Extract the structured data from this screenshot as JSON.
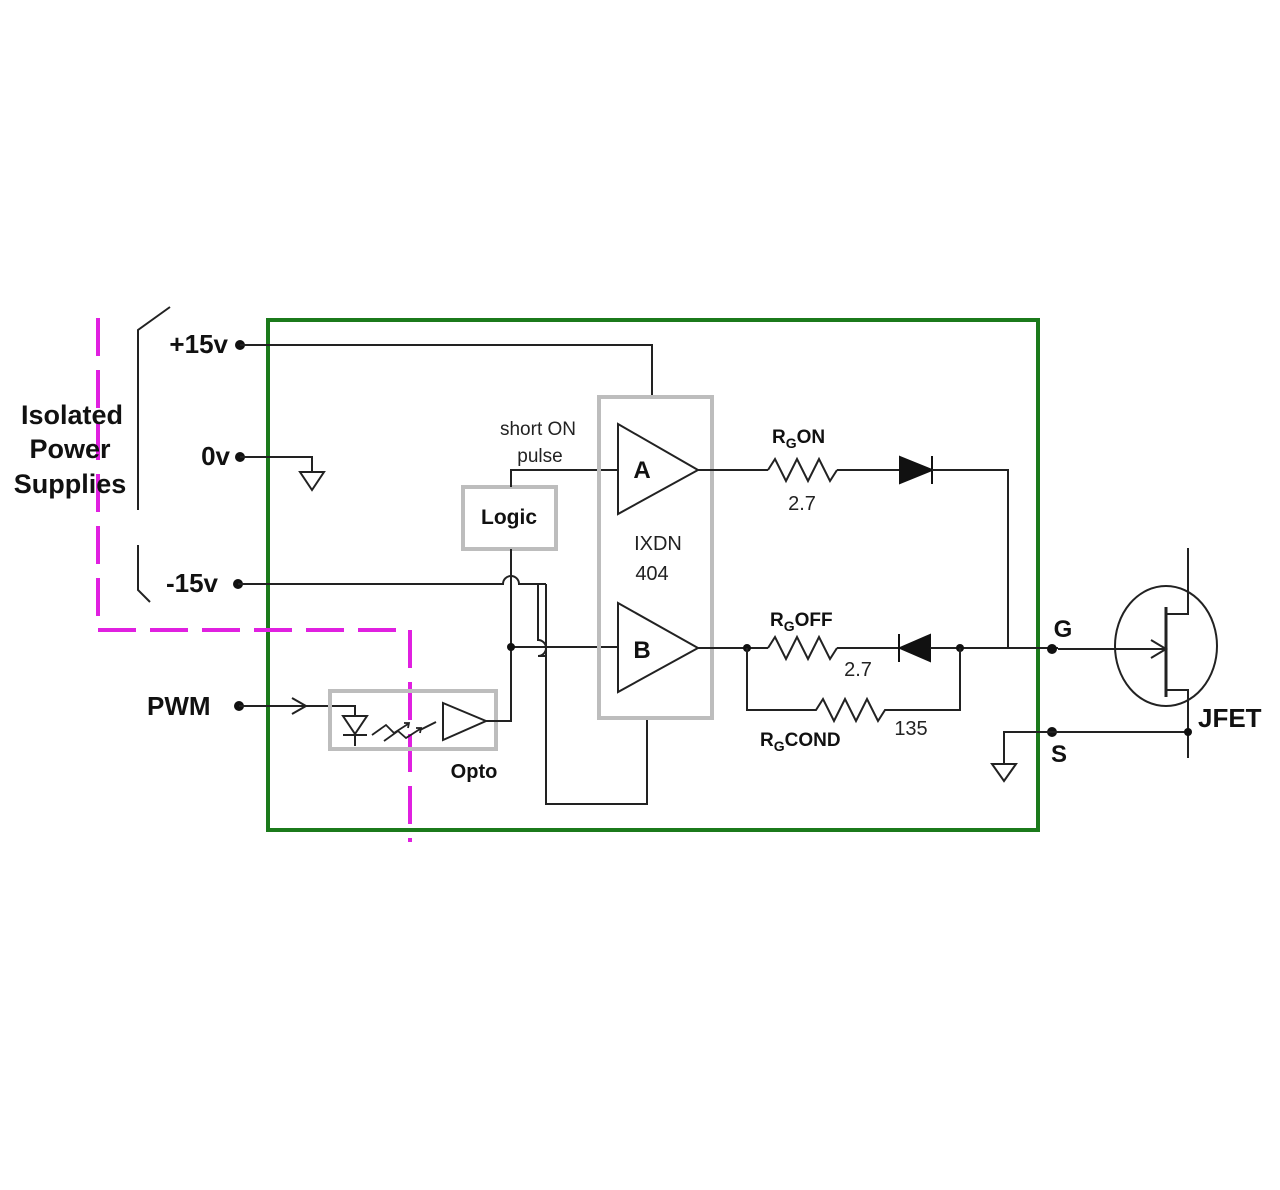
{
  "supplies": {
    "title_lines": [
      "Isolated",
      "Power",
      "Supplies"
    ],
    "plus": "+15v",
    "zero": "0v",
    "minus": "-15v"
  },
  "input": {
    "pwm": "PWM",
    "opto": "Opto"
  },
  "logic": {
    "label": "Logic",
    "note_line1": "short ON",
    "note_line2": "pulse"
  },
  "driver": {
    "amp_a": "A",
    "amp_b": "B",
    "part_line1": "IXDN",
    "part_line2": "404"
  },
  "resistors": {
    "on": {
      "r": "R",
      "sub": "G",
      "suffix": "ON",
      "value": "2.7"
    },
    "off": {
      "r": "R",
      "sub": "G",
      "suffix": "OFF",
      "value": "2.7"
    },
    "cond": {
      "r": "R",
      "sub": "G",
      "suffix": "COND",
      "value": "135"
    }
  },
  "jfet": {
    "label": "JFET",
    "gate": "G",
    "source": "S"
  },
  "colors": {
    "board_border": "#1b7a1b",
    "isolation_line": "#e020e0",
    "block_gray": "#bdbdbd",
    "wire": "#222222"
  }
}
